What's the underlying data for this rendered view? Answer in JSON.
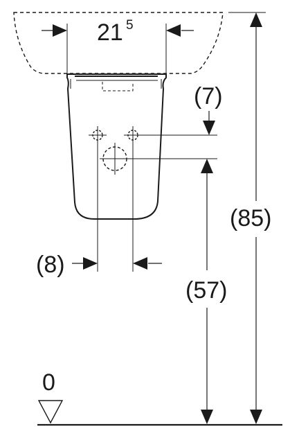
{
  "diagram": {
    "basin_width": {
      "main": "21",
      "sup": "5"
    },
    "upper_offset": "(7)",
    "spacing": "(8)",
    "pipe_height": "(57)",
    "total_height": "(85)",
    "floor_level": "0"
  }
}
